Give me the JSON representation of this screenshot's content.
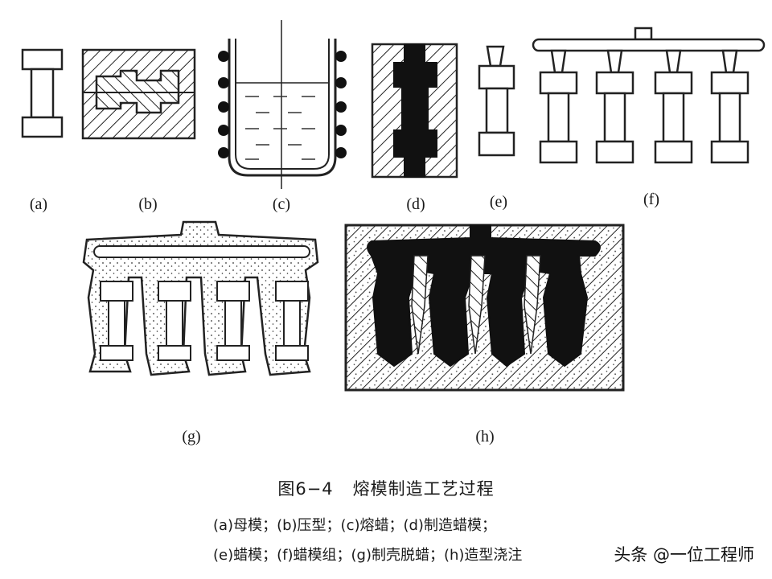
{
  "panels": {
    "a": "(a)",
    "b": "(b)",
    "c": "(c)",
    "d": "(d)",
    "e": "(e)",
    "f": "(f)",
    "g": "(g)",
    "h": "(h)"
  },
  "caption": {
    "figure_number": "图6−4",
    "title": "熔模制造工艺过程",
    "legend_line_1": "(a)母模；(b)压型；(c)熔蜡；(d)制造蜡模；",
    "legend_line_2": "(e)蜡模；(f)蜡模组；(g)制壳脱蜡；(h)造型浇注"
  },
  "watermark": "头条 @一位工程师"
}
